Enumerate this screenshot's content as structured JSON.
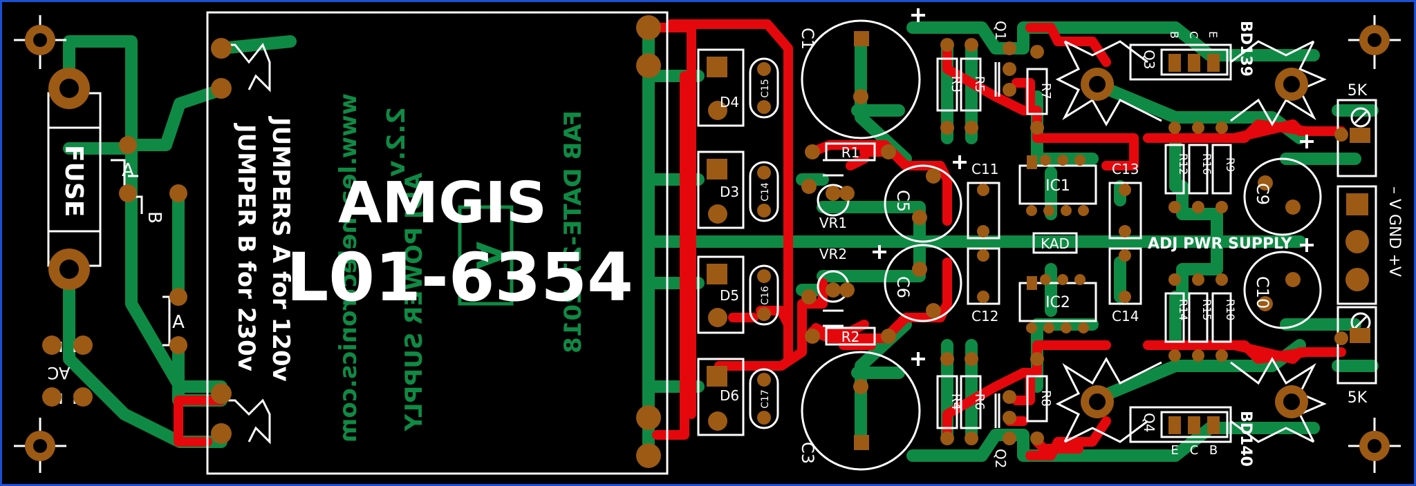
{
  "colors": {
    "board": "#000000",
    "border": "#1a4fd6",
    "bottom_copper": "#0f8a44",
    "top_copper": "#e4080d",
    "pad": "#9c5a14",
    "silkscreen": "#ffffff"
  },
  "title": {
    "name": "AMGIS",
    "code": "L01-6354"
  },
  "jumper_note": {
    "line1": "JUMPERS A for 120v",
    "line2": "JUMPER B for 230v"
  },
  "mirrored_text": {
    "version": "2.2.v",
    "website": "www.learnelectronics.com",
    "subtitle": "ADJ POWER SUPPLY",
    "fab": "FAB DATE-27-2018",
    "logo": "A"
  },
  "connectors": {
    "fuse": "FUSE",
    "ac": "AC",
    "jumper_a_top": "A",
    "jumper_b": "B",
    "jumper_a_bottom": "A"
  },
  "diodes": [
    "D4",
    "D3",
    "D5",
    "D6"
  ],
  "diode_caps": [
    "C15",
    "C14",
    "C16",
    "C17"
  ],
  "caps": {
    "c1": "C1",
    "c3": "C3",
    "c5": "C5",
    "c6": "C6",
    "c9": "C9",
    "c10": "C10",
    "c11": "C11",
    "c12": "C12",
    "c13": "C13",
    "c14": "C14"
  },
  "resistors": {
    "r1": "R1",
    "r2": "R2",
    "r3": "R3",
    "r4": "R4",
    "r5": "R5",
    "r6": "R6",
    "r7": "R7",
    "r8": "R8",
    "r9": "R9",
    "r10": "R10",
    "r12": "R12",
    "r14": "R14",
    "r15": "R15",
    "r16": "R16"
  },
  "trimmers": {
    "vr1": "VR1",
    "vr2": "VR2"
  },
  "ics": {
    "ic1": "IC1",
    "ic2": "IC2"
  },
  "transistors": {
    "q1": "Q1",
    "q2": "Q2",
    "q3": "Q3",
    "q4": "Q4",
    "q3_part": "BD139",
    "q4_part": "BD140",
    "q3_pins": [
      "B",
      "C",
      "E"
    ],
    "q4_pins": [
      "E",
      "C",
      "B"
    ]
  },
  "pots": {
    "top": "5K",
    "bottom": "5K"
  },
  "misc": {
    "kad": "KAD",
    "adj": "ADJ PWR SUPPLY",
    "output": "– V  GND  +V",
    "plus": "+"
  }
}
